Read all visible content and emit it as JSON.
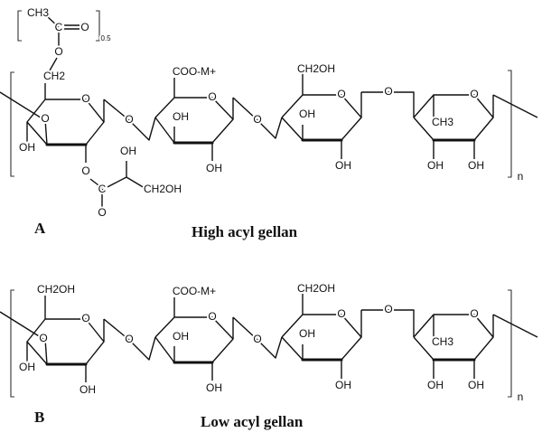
{
  "structure_a": {
    "letter": "A",
    "title": "High acyl gellan",
    "acetyl": {
      "ch3": "CH3",
      "c": "C",
      "o_double": "O",
      "subscript": "0.5",
      "o_link": "O",
      "ch2": "CH2"
    },
    "ring1": {
      "ring_o": "O",
      "bridge_o": "O",
      "oh": "OH",
      "ester_o": "O",
      "c": "C",
      "c_o": "O",
      "glyceryl_oh": "OH",
      "ch2oh": "CH2OH"
    },
    "link1_o": "O",
    "ring2": {
      "carboxylate": "COO-M+",
      "ring_o": "O",
      "oh_top": "OH",
      "oh_bottom": "OH"
    },
    "link2_o": "O",
    "ring3": {
      "ch2oh": "CH2OH",
      "ring_o": "O",
      "oh_top": "OH",
      "oh_bottom": "OH"
    },
    "link3_o": "O",
    "ring4": {
      "ring_o": "O",
      "ch3": "CH3",
      "oh_left": "OH",
      "oh_right": "OH"
    },
    "repeat": "n"
  },
  "structure_b": {
    "letter": "B",
    "title": "Low acyl gellan",
    "ring1": {
      "ch2oh": "CH2OH",
      "ring_o": "O",
      "bridge_o": "O",
      "oh_left": "OH",
      "oh_bottom": "OH"
    },
    "link1_o": "O",
    "ring2": {
      "carboxylate": "COO-M+",
      "ring_o": "O",
      "oh_top": "OH",
      "oh_bottom": "OH"
    },
    "link2_o": "O",
    "ring3": {
      "ch2oh": "CH2OH",
      "ring_o": "O",
      "oh_top": "OH",
      "oh_bottom": "OH"
    },
    "link3_o": "O",
    "ring4": {
      "ring_o": "O",
      "ch3": "CH3",
      "oh_left": "OH",
      "oh_right": "OH"
    },
    "repeat": "n"
  }
}
